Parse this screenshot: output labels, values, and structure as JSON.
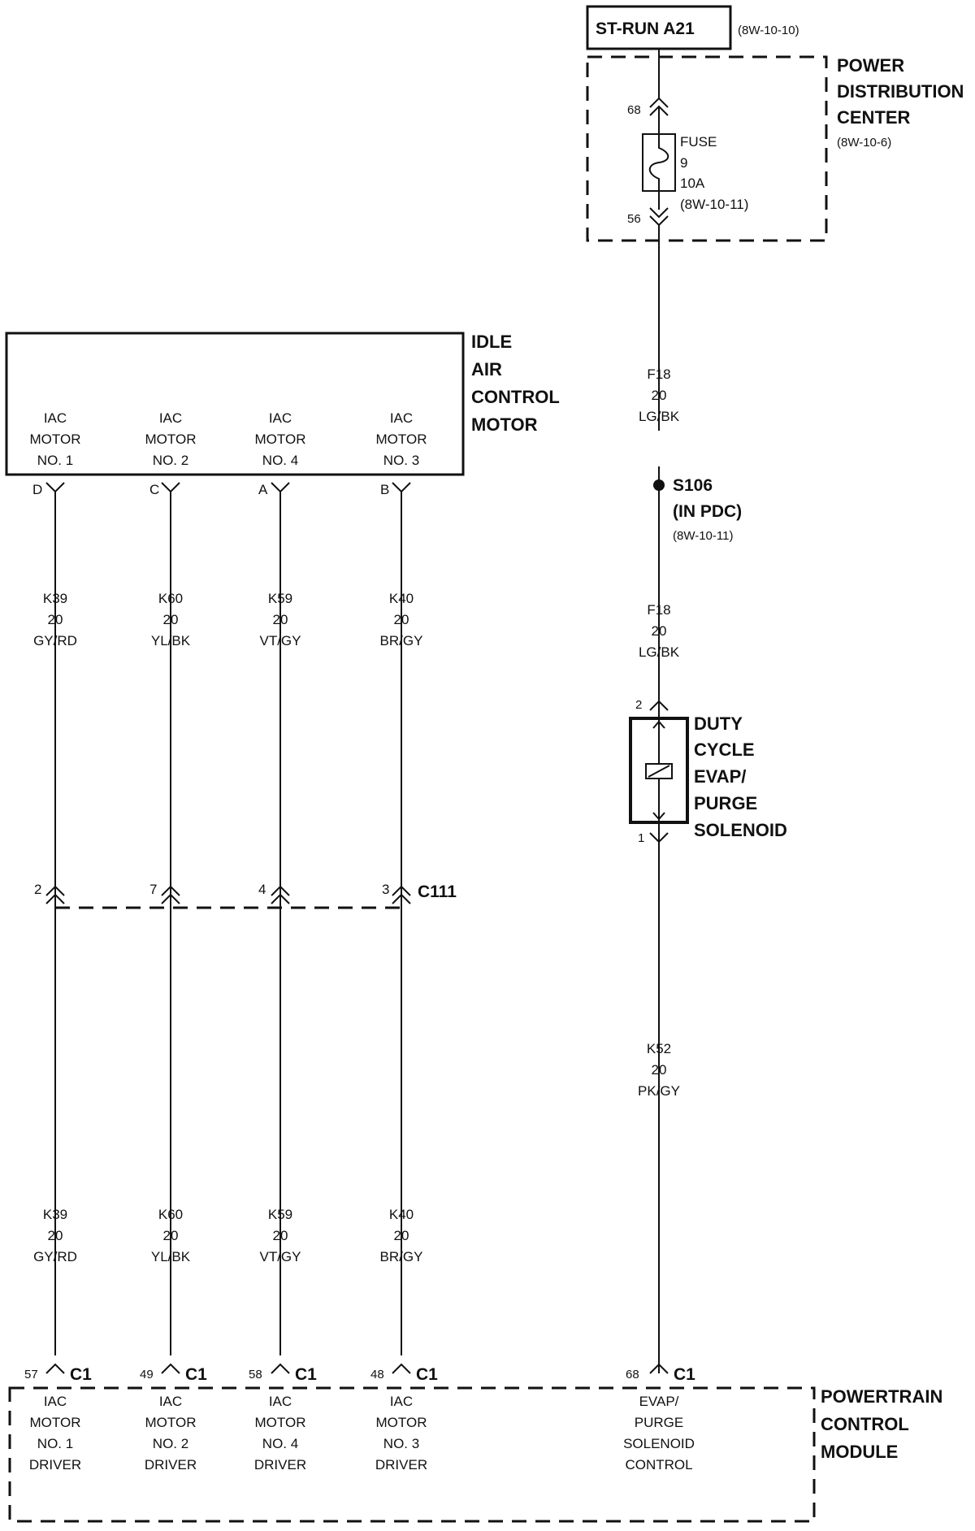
{
  "st_run": {
    "label": "ST-RUN A21",
    "ref": "(8W-10-10)"
  },
  "pdc": {
    "title": [
      "POWER",
      "DISTRIBUTION",
      "CENTER"
    ],
    "ref": "(8W-10-6)",
    "pin_in": "68",
    "pin_out": "56",
    "fuse": [
      "FUSE",
      "9",
      "10A",
      "(8W-10-11)"
    ]
  },
  "wire_f18_top": [
    "F18",
    "20",
    "LG/BK"
  ],
  "splice": {
    "name": "S106",
    "location": "(IN PDC)",
    "ref": "(8W-10-11)"
  },
  "wire_f18_bottom": [
    "F18",
    "20",
    "LG/BK"
  ],
  "solenoid": {
    "title": [
      "DUTY",
      "CYCLE",
      "EVAP/",
      "PURGE",
      "SOLENOID"
    ],
    "pin_top": "2",
    "pin_bottom": "1"
  },
  "wire_k52": [
    "K52",
    "20",
    "PK/GY"
  ],
  "iac_motor": {
    "title": [
      "IDLE",
      "AIR",
      "CONTROL",
      "MOTOR"
    ],
    "terminals": [
      {
        "lines": [
          "IAC",
          "MOTOR",
          "NO. 1"
        ],
        "pin": "D"
      },
      {
        "lines": [
          "IAC",
          "MOTOR",
          "NO. 2"
        ],
        "pin": "C"
      },
      {
        "lines": [
          "IAC",
          "MOTOR",
          "NO. 4"
        ],
        "pin": "A"
      },
      {
        "lines": [
          "IAC",
          "MOTOR",
          "NO. 3"
        ],
        "pin": "B"
      }
    ]
  },
  "iac_wires_upper": [
    [
      "K39",
      "20",
      "GY/RD"
    ],
    [
      "K60",
      "20",
      "YL/BK"
    ],
    [
      "K59",
      "20",
      "VT/GY"
    ],
    [
      "K40",
      "20",
      "BR/GY"
    ]
  ],
  "c111": {
    "name": "C111",
    "pins": [
      "2",
      "7",
      "4",
      "3"
    ]
  },
  "iac_wires_lower": [
    [
      "K39",
      "20",
      "GY/RD"
    ],
    [
      "K60",
      "20",
      "YL/BK"
    ],
    [
      "K59",
      "20",
      "VT/GY"
    ],
    [
      "K40",
      "20",
      "BR/GY"
    ]
  ],
  "pcm": {
    "title": [
      "POWERTRAIN",
      "CONTROL",
      "MODULE"
    ],
    "connector": "C1",
    "pins": [
      "57",
      "49",
      "58",
      "48",
      "68"
    ],
    "terminals": [
      [
        "IAC",
        "MOTOR",
        "NO. 1",
        "DRIVER"
      ],
      [
        "IAC",
        "MOTOR",
        "NO. 2",
        "DRIVER"
      ],
      [
        "IAC",
        "MOTOR",
        "NO. 4",
        "DRIVER"
      ],
      [
        "IAC",
        "MOTOR",
        "NO. 3",
        "DRIVER"
      ],
      [
        "EVAP/",
        "PURGE",
        "SOLENOID",
        "CONTROL"
      ]
    ]
  }
}
